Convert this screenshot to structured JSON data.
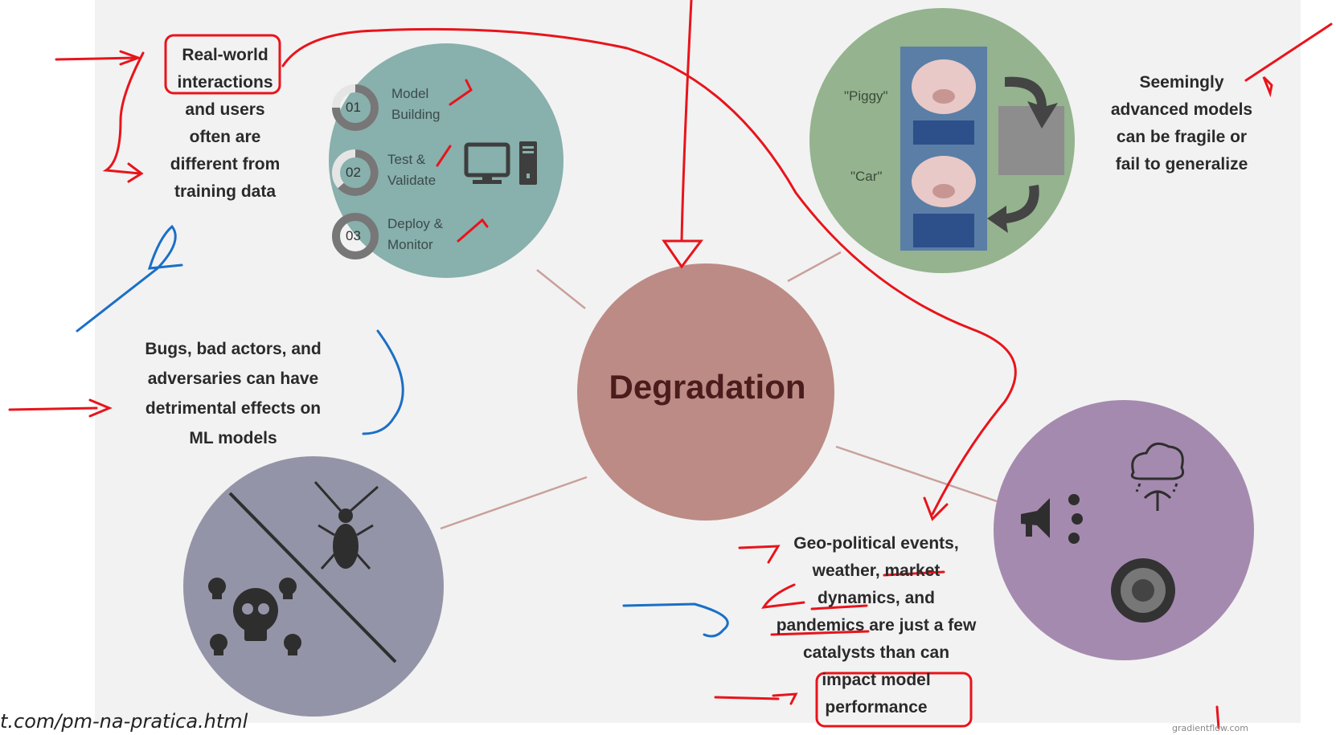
{
  "diagram": {
    "center": "Degradation",
    "top_left_text": [
      "Real-world",
      "interactions",
      "and users",
      "often are",
      "different from",
      "training data"
    ],
    "pipeline": {
      "steps": [
        {
          "number": "01",
          "lines": [
            "Model",
            "Building"
          ]
        },
        {
          "number": "02",
          "lines": [
            "Test &",
            "Validate"
          ]
        },
        {
          "number": "03",
          "lines": [
            "Deploy &",
            "Monitor"
          ]
        }
      ]
    },
    "adversarial": {
      "label_top": "\"Piggy\"",
      "label_bottom": "\"Car\""
    },
    "top_right_text": [
      "Seemingly",
      "advanced models",
      "can be fragile or",
      "fail to generalize"
    ],
    "left_text": [
      "Bugs, bad actors, and",
      "adversaries can have",
      "detrimental effects on",
      "ML models"
    ],
    "bottom_right_text": [
      "Geo-political events,",
      "weather, market",
      "dynamics, and",
      "pandemics are just a few",
      "catalysts than can",
      "impact model",
      "performance"
    ],
    "footer": {
      "url_fragment": "t.com/pm-na-pratica.html",
      "logo": "gradientflow.com"
    }
  },
  "colors": {
    "center": "#bc8b86",
    "teal": "#88b0ad",
    "green": "#94b38e",
    "slate": "#9494a8",
    "purple": "#a58aaf",
    "connector": "#c9a09c",
    "ink_red": "#e8141b",
    "ink_blue": "#1a6fc6",
    "icon": "#4a4a4a"
  },
  "icons": [
    "monitor-icon",
    "tower-icon",
    "rotate-arrow-icon",
    "beetle-icon",
    "skull-icon",
    "megaphone-icon",
    "cloud-rain-icon",
    "virus-icon"
  ]
}
